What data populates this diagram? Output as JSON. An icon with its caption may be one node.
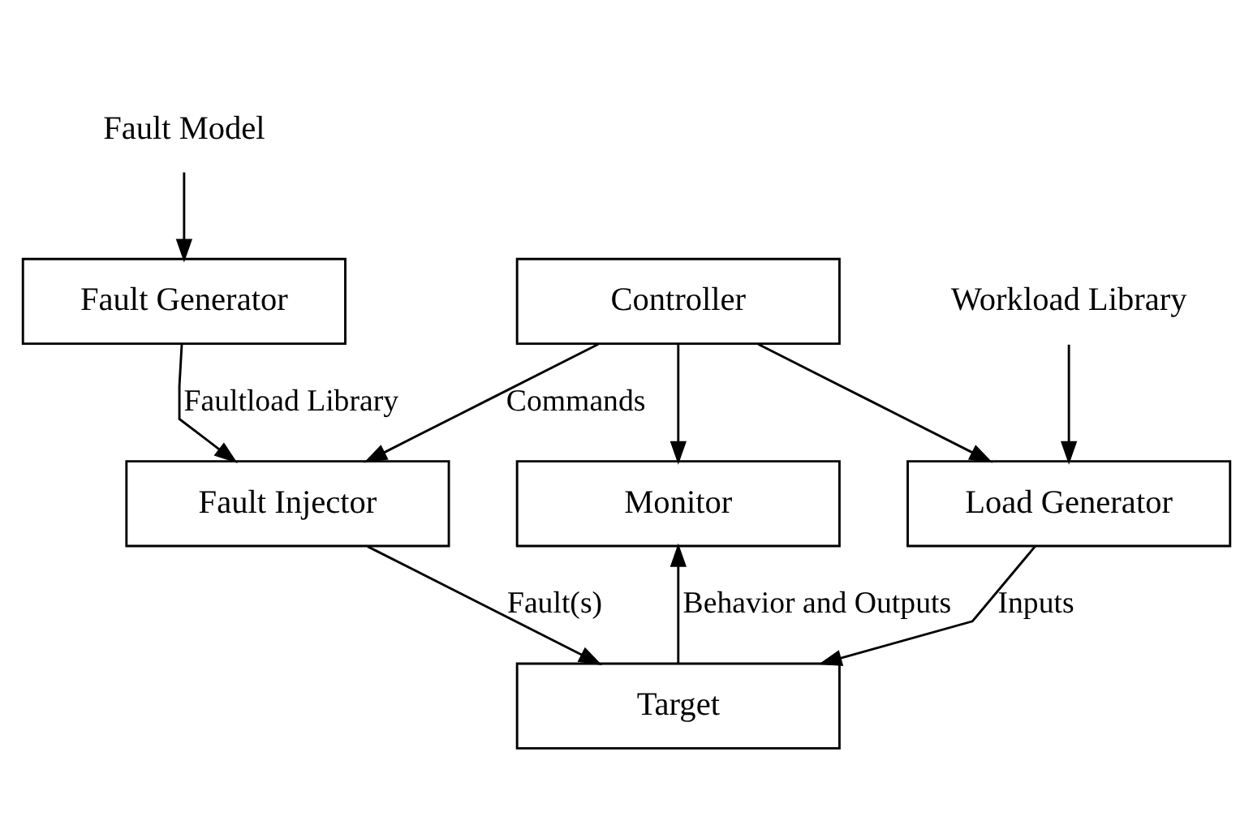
{
  "diagram": {
    "nodes": [
      {
        "text": [
          "Fault Model"
        ]
      },
      {
        "text": [
          "Fault Generator"
        ]
      },
      {
        "text": [
          "Controller"
        ]
      },
      {
        "text": [
          "Workload Library"
        ]
      },
      {
        "text": [
          "Fault Injector"
        ]
      },
      {
        "text": [
          "Load Generator"
        ]
      },
      {
        "text": [
          "Monitor"
        ]
      },
      {
        "text": [
          "Target"
        ]
      }
    ],
    "edges": [
      {
        "from": 0,
        "to": 1,
        "arrow": "to"
      },
      {
        "from": 1,
        "to": 4,
        "arrow": "to",
        "label": "Faultload Library"
      },
      {
        "from": 2,
        "to": 5,
        "arrow": "to"
      },
      {
        "from": 2,
        "to": 4,
        "arrow": "to",
        "label": "Commands"
      },
      {
        "from": 2,
        "to": 6,
        "arrow": "to"
      },
      {
        "from": 3,
        "to": 5,
        "arrow": "to"
      },
      {
        "from": 5,
        "to": 7,
        "arrow": "to",
        "label": "Inputs"
      },
      {
        "from": 4,
        "to": 7,
        "arrow": "to",
        "label": "Fault(s)"
      },
      {
        "from": 7,
        "to": 6,
        "arrow": "to",
        "label": "Behavior and Outputs"
      }
    ]
  }
}
